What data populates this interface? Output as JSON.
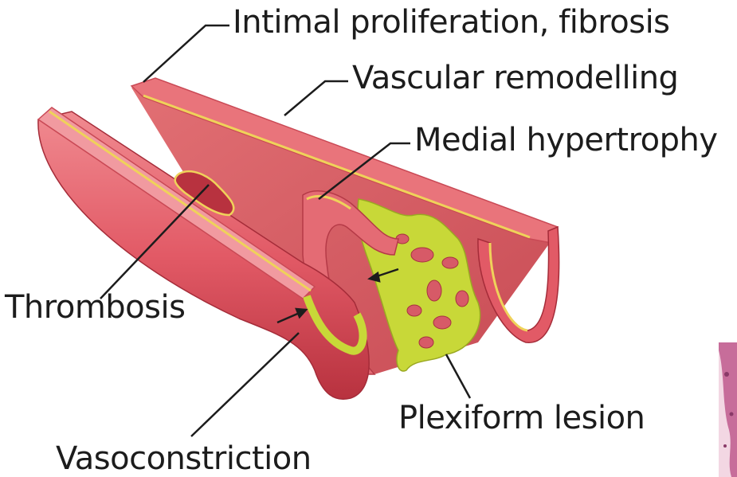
{
  "diagram": {
    "labels": {
      "intimal": "Intimal proliferation, fibrosis",
      "vascular": "Vascular remodelling",
      "medial": "Medial hypertrophy",
      "thrombosis": "Thrombosis",
      "plexiform": "Plexiform lesion",
      "vasoconstriction": "Vasoconstriction"
    },
    "colors": {
      "vessel_wall": "#e8646e",
      "vessel_dark": "#c7414d",
      "lumen": "#d04e58",
      "intima_yellow": "#f0e25a",
      "lesion_green": "#c8d838",
      "leader_line": "#1c1c1c"
    }
  }
}
